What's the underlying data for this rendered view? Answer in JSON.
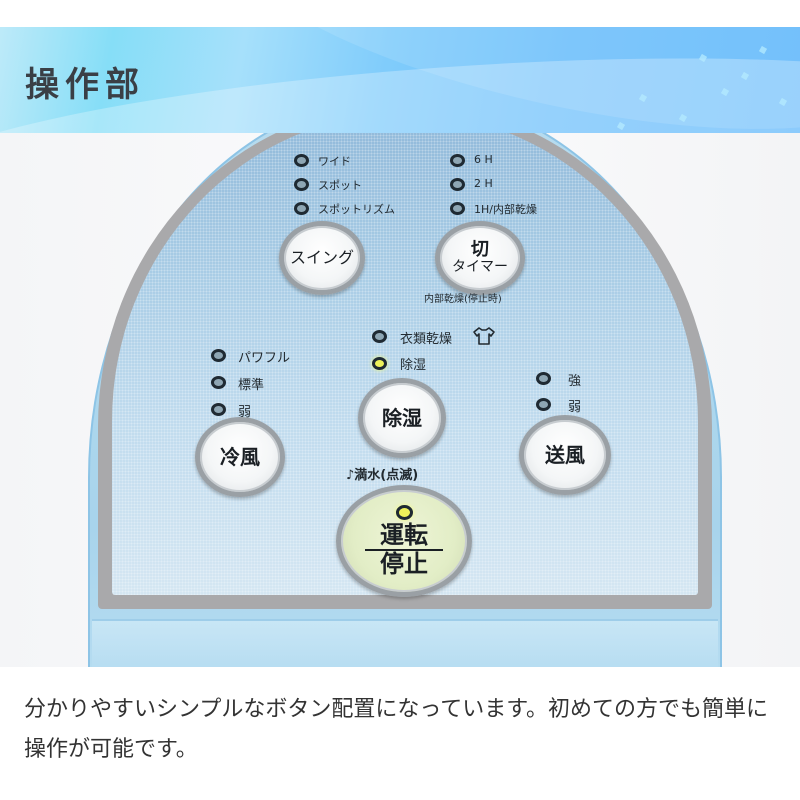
{
  "header": {
    "title": "操作部"
  },
  "panel": {
    "swing_indicators": [
      {
        "label": "ワイド",
        "lit": false
      },
      {
        "label": "スポット",
        "lit": false
      },
      {
        "label": "スポットリズム",
        "lit": false
      }
    ],
    "timer_indicators": [
      {
        "label": "6 H",
        "lit": false
      },
      {
        "label": "2 H",
        "lit": false
      },
      {
        "label": "1H/内部乾燥",
        "lit": false
      }
    ],
    "swing_button": {
      "label": "スイング"
    },
    "timer_button": {
      "label_top": "切",
      "label_bottom": "タイマー",
      "sub_label": "内部乾燥(停止時)"
    },
    "dehumid_indicators": [
      {
        "label": "衣類乾燥",
        "lit": false,
        "icon": "shirt-icon"
      },
      {
        "label": "除湿",
        "lit": true
      }
    ],
    "cool_indicators": [
      {
        "label": "パワフル",
        "lit": false
      },
      {
        "label": "標準",
        "lit": false
      },
      {
        "label": "弱",
        "lit": false
      }
    ],
    "fan_indicators": [
      {
        "label": "強",
        "lit": false
      },
      {
        "label": "弱",
        "lit": false
      }
    ],
    "dehumid_button": {
      "label": "除湿"
    },
    "cool_button": {
      "label": "冷風"
    },
    "fan_button": {
      "label": "送風"
    },
    "water_full_label": "♪満水(点滅)",
    "power_button": {
      "label_top": "運転",
      "label_bottom": "停止",
      "lit": true
    },
    "colors": {
      "led_on": "#eef25a",
      "led_off": "#8ea6b4",
      "panel_blue": "#a9cde6",
      "power_button_bg": "#e2edc6"
    }
  },
  "caption": {
    "text": "分かりやすいシンプルなボタン配置になっています。初めての方でも簡単に操作が可能です。"
  }
}
